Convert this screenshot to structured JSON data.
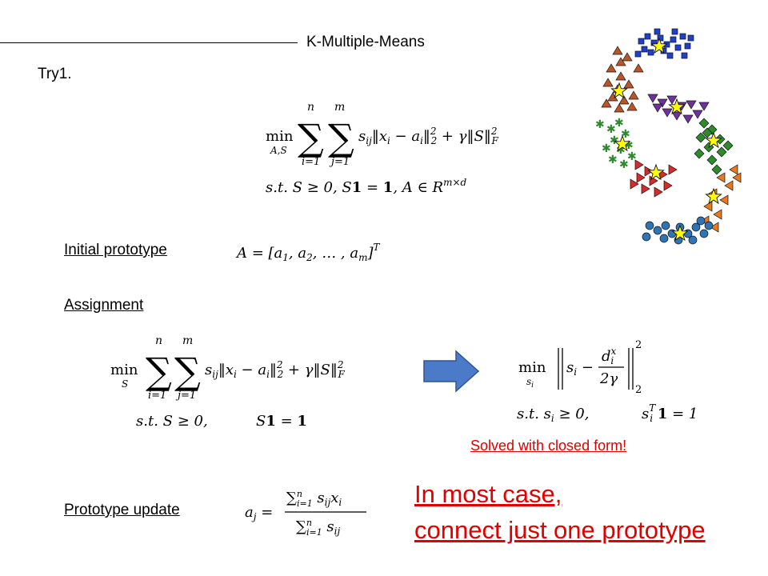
{
  "slide": {
    "title": "K-Multiple-Means",
    "subtitle": "Try1."
  },
  "sections": {
    "initial": "Initial prototype",
    "assignment": "Assignment",
    "update": "Prototype update"
  },
  "formulas": {
    "try_min": "min",
    "try_sub": "A,S",
    "n": "n",
    "m": "m",
    "i1": "i=1",
    "j1": "j=1",
    "objective": "s_ij‖x_i − a_i‖²₂ + γ‖S‖²_F",
    "try_constraint": "s.t.  S ≥ 0,  S1 = 1,  A ∈ R^(m×d)",
    "initial": "A = [a₁, a₂, …, a_m]^T",
    "assign_sub": "S",
    "assign_constraint_1": "s.t. S ≥ 0,",
    "assign_constraint_2": "S1 = 1",
    "closed_min": "min",
    "closed_sub": "s_i",
    "closed_obj": "‖s_i − d_i^x / 2γ‖²₂",
    "closed_constraint_1": "s.t. s_i ≥ 0,",
    "closed_constraint_2": "s_i^T 1 = 1",
    "update": "a_j = Σ s_ij x_i / Σ s_ij"
  },
  "notes": {
    "closed_form": "Solved with closed form!",
    "line1": "In most case,",
    "line2": "connect just one prototype"
  },
  "colors": {
    "accent_red": "#e00000",
    "arrow_blue": "#4a7ac8",
    "cluster_blue": "#1f3fd0",
    "cluster_brown": "#b8562a",
    "cluster_purple": "#7030a0",
    "cluster_green": "#2d8a2d",
    "cluster_red": "#d42b2b",
    "cluster_orange": "#e57a1e",
    "cluster_steel": "#2e75b6",
    "star": "#ffff00"
  }
}
